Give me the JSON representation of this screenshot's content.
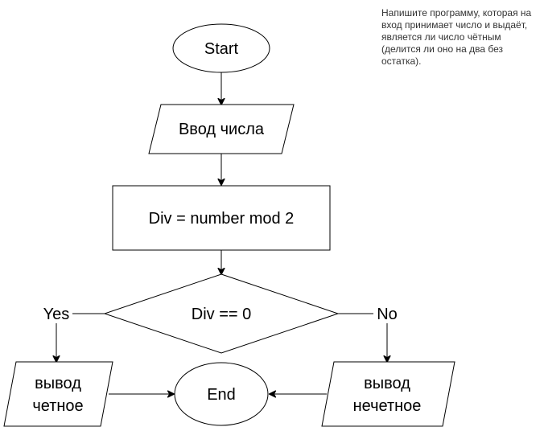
{
  "note": {
    "text": "Напишите программу, которая на вход принимает число и выдаёт, является ли число чётным (делится ли оно на два без остатка)."
  },
  "nodes": {
    "start": {
      "label": "Start"
    },
    "input": {
      "label": "Ввод числа"
    },
    "process": {
      "label": "Div = number mod 2"
    },
    "decision": {
      "label": "Div == 0"
    },
    "output_even": {
      "line1": "вывод",
      "line2": "четное"
    },
    "output_odd": {
      "line1": "вывод",
      "line2": "нечетное"
    },
    "end": {
      "label": "End"
    }
  },
  "edges": {
    "yes_label": "Yes",
    "no_label": "No"
  },
  "colors": {
    "stroke": "#000000",
    "fill": "#ffffff",
    "text": "#000000",
    "note_text": "#333333"
  }
}
